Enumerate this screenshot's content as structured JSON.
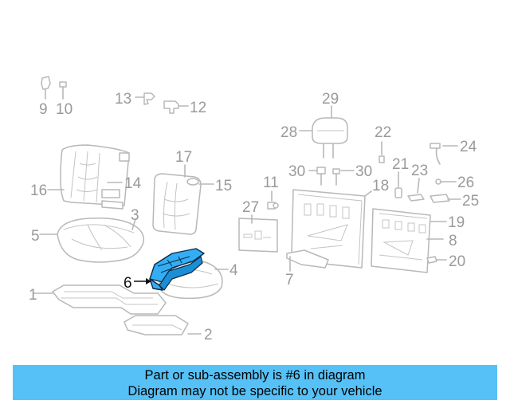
{
  "diagram": {
    "highlight_part": "6",
    "labels": [
      "1",
      "2",
      "3",
      "4",
      "5",
      "6",
      "7",
      "8",
      "9",
      "10",
      "11",
      "12",
      "13",
      "14",
      "15",
      "16",
      "17",
      "18",
      "19",
      "20",
      "21",
      "22",
      "23",
      "24",
      "25",
      "26",
      "27",
      "28",
      "29",
      "30",
      "30"
    ]
  },
  "banner": {
    "line1": "Part or sub-assembly is #6 in diagram",
    "line2": "Diagram may not be specific to your vehicle",
    "background_color": "#56c1f7"
  },
  "colors": {
    "highlight": "#33aef5",
    "lines": "#b8b8b8",
    "labels": "#9a9a9a"
  }
}
